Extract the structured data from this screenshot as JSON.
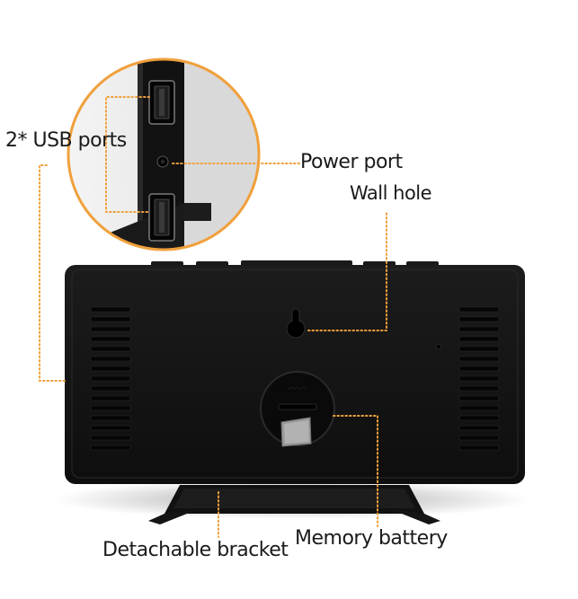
{
  "labels": {
    "usb_ports": "2* USB ports",
    "power_port": "Power port",
    "wall_hole": "Wall hole",
    "detachable_bracket": "Detachable bracket",
    "memory_battery": "Memory battery"
  },
  "colors": {
    "callout_line": "#f0a03c",
    "device_body": "#141414",
    "background": "#ffffff"
  }
}
